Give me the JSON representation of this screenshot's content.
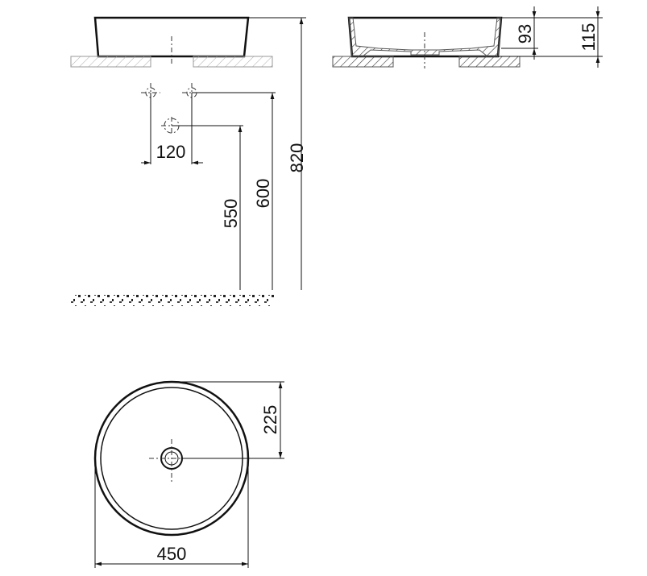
{
  "drawing": {
    "side_view": {
      "height_to_rim": "820",
      "waste_height_1": "600",
      "waste_height_2": "550",
      "tap_spacing": "120"
    },
    "section_view": {
      "inner_depth": "93",
      "total_height": "115"
    },
    "top_view": {
      "radius": "225",
      "diameter": "450"
    }
  }
}
